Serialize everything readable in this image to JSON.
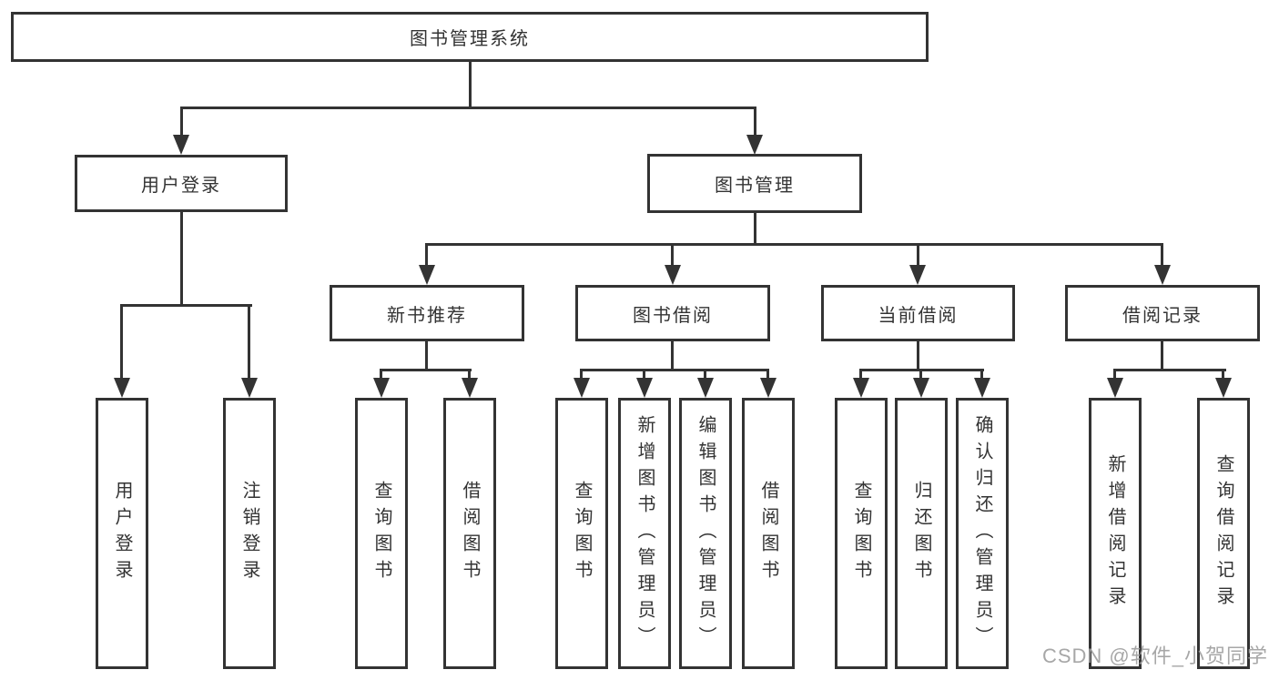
{
  "nodes": {
    "root": "图书管理系统",
    "level2": {
      "user_login": "用户登录",
      "book_mgmt": "图书管理"
    },
    "level3": {
      "new_book": "新书推荐",
      "book_borrow": "图书借阅",
      "current_borrow": "当前借阅",
      "borrow_record": "借阅记录"
    },
    "leaves": {
      "user_login": [
        "用户登录",
        "注销登录"
      ],
      "new_book": [
        "查询图书",
        "借阅图书"
      ],
      "book_borrow": [
        "查询图书",
        "新增图书（管理员）",
        "编辑图书（管理员）",
        "借阅图书"
      ],
      "current_borrow": [
        "查询图书",
        "归还图书",
        "确认归还（管理员）"
      ],
      "borrow_record": [
        "新增借阅记录",
        "查询借阅记录"
      ]
    }
  },
  "watermark": "CSDN @软件_小贺同学",
  "colors": {
    "line": "#333333",
    "box_border": "#333333",
    "text": "#333333",
    "background": "#ffffff",
    "watermark": "#9e9e9e"
  }
}
